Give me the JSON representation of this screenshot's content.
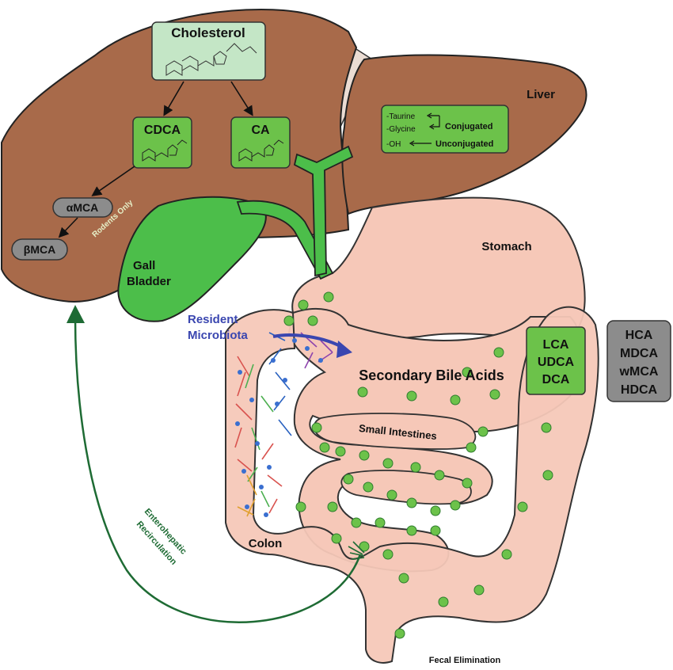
{
  "labels": {
    "cholesterol": "Cholesterol",
    "cdca": "CDCA",
    "ca": "CA",
    "amca": "αMCA",
    "bmca": "βMCA",
    "rodents_only": "Rodents Only",
    "liver": "Liver",
    "gall_bladder_1": "Gall",
    "gall_bladder_2": "Bladder",
    "stomach": "Stomach",
    "resident_1": "Resident",
    "resident_2": "Microbiota",
    "secondary": "Secondary Bile Acids",
    "small_intestines": "Small Intestines",
    "colon": "Colon",
    "entero_1": "Enterohepatic",
    "entero_2": "Recirculation",
    "fecal": "Fecal Elimination"
  },
  "conjugation": {
    "taurine": "-Taurine",
    "glycine": "-Glycine",
    "oh": "-OH",
    "conjugated": "Conjugated",
    "unconjugated": "Unconjugated"
  },
  "green_acids": [
    "LCA",
    "UDCA",
    "DCA"
  ],
  "grey_acids": [
    "HCA",
    "MDCA",
    "wMCA",
    "HDCA"
  ],
  "colors": {
    "liver": "#a86a4a",
    "gut": "#f6c8b8",
    "bile_green": "#4cbe4a",
    "box_green": "#6cc24a",
    "box_light": "#c4e6c6",
    "grey_box": "#8c8c8c",
    "microbiota_label": "#3a46b0",
    "recirculation": "#1e6b34",
    "rodents_text": "#e6f0c8"
  }
}
